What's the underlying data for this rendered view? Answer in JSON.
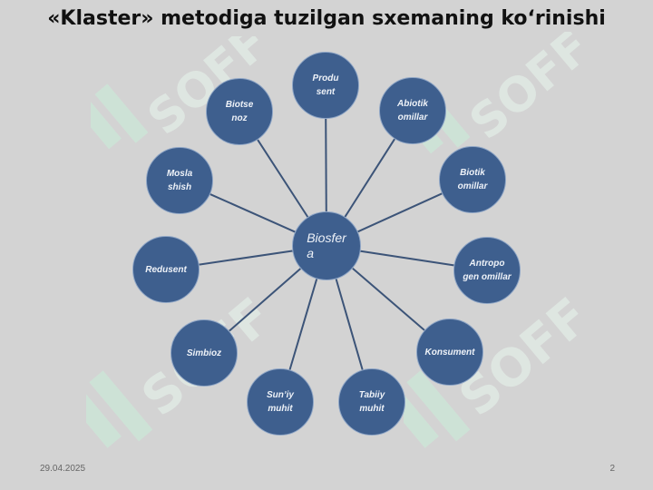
{
  "title": "«Klaster» metodiga tuzilgan sxemaning koʻrinishi",
  "footer": {
    "date": "29.04.2025",
    "page": "2"
  },
  "watermark": {
    "text": "SOFF",
    "color": "#c9f0da"
  },
  "colors": {
    "node_fill": "#3e5f8e",
    "node_border": "#8fa6c6",
    "line": "#3c5478"
  },
  "hub": {
    "label": "Biosfer\na"
  },
  "nodes": [
    {
      "name": "produsent",
      "label": "Produ\nsent"
    },
    {
      "name": "abiotik-omillar",
      "label": "Abiotik\nomillar"
    },
    {
      "name": "biotik-omillar",
      "label": "Biotik\nomillar"
    },
    {
      "name": "antropogen-omillar",
      "label": "Antropo\ngen omillar"
    },
    {
      "name": "konsument",
      "label": "Konsument"
    },
    {
      "name": "tabiiy-muhit",
      "label": "Tabiiy\nmuhit"
    },
    {
      "name": "sunyiy-muhit",
      "label": "Sunʼiy\nmuhit"
    },
    {
      "name": "simbioz",
      "label": "Simbioz"
    },
    {
      "name": "redusent",
      "label": "Redusent"
    },
    {
      "name": "moslashish",
      "label": "Mosla\nshish"
    },
    {
      "name": "biotsenoz",
      "label": "Biotse\nnoz"
    }
  ]
}
